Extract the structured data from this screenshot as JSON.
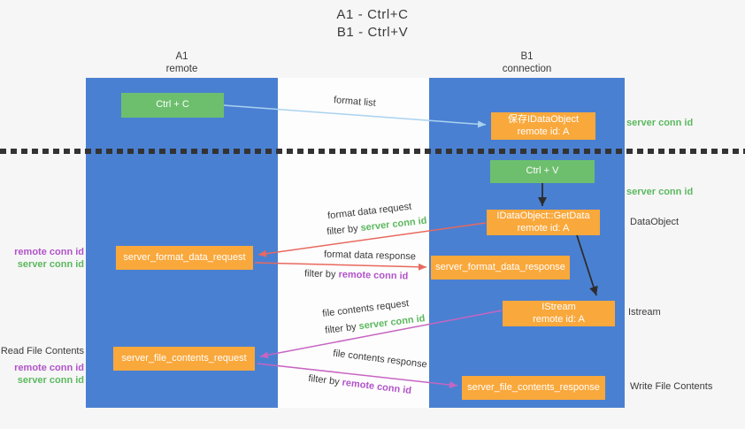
{
  "diagram": {
    "title_line1": "A1 - Ctrl+C",
    "title_line2": "B1 - Ctrl+V"
  },
  "lanes": {
    "a1": {
      "name": "A1",
      "subtitle": "remote"
    },
    "b1": {
      "name": "B1",
      "subtitle": "connection"
    }
  },
  "nodes": {
    "ctrl_c": {
      "label": "Ctrl + C"
    },
    "save_idataobject": {
      "line1": "保存IDataObject",
      "line2": "remote id: A"
    },
    "ctrl_v": {
      "label": "Ctrl + V"
    },
    "getdata": {
      "line1": "IDataObject::GetData",
      "line2": "remote id: A"
    },
    "istream": {
      "line1": "IStream",
      "line2": "remote id: A"
    },
    "server_format_data_request": {
      "label": "server_format_data_request"
    },
    "server_format_data_response": {
      "label": "server_format_data_response"
    },
    "server_file_contents_request": {
      "label": "server_file_contents_request"
    },
    "server_file_contents_response": {
      "label": "server_file_contents_response"
    }
  },
  "arrow_labels": {
    "format_list": "format list",
    "format_data_request": "format data request",
    "format_data_request_filter_prefix": "filter by ",
    "format_data_request_filter_key": "server conn id",
    "format_data_response": "format data response",
    "format_data_response_filter_prefix": "filter by ",
    "format_data_response_filter_key": "remote conn id",
    "file_contents_request": "file contents request",
    "file_contents_request_filter_prefix": "filter by ",
    "file_contents_request_filter_key": "server conn id",
    "file_contents_response": "file contents response",
    "file_contents_response_filter_prefix": "filter by ",
    "file_contents_response_filter_key": "remote conn id"
  },
  "side_labels": {
    "right_top_server_conn_id": "server conn id",
    "right_mid_server_conn_id": "server conn id",
    "right_dataobject": "DataObject",
    "right_istream": "Istream",
    "right_write_file_contents": "Write File Contents",
    "left_remote_conn_id_1": "remote conn id",
    "left_server_conn_id_1": "server conn id",
    "left_read_file_contents": "Read File Contents",
    "left_remote_conn_id_2": "remote conn id",
    "left_server_conn_id_2": "server conn id"
  },
  "colors": {
    "lane_blue": "#4a80d2",
    "node_green": "#6dbf6e",
    "node_orange": "#f9a83c",
    "accent_green_text": "#5cb85f",
    "accent_purple_text": "#b153c9",
    "arrow_red": "#e8695e",
    "arrow_magenta": "#c765c2",
    "arrow_light_blue": "#a9d2f0",
    "arrow_black": "#2d2d2d"
  }
}
